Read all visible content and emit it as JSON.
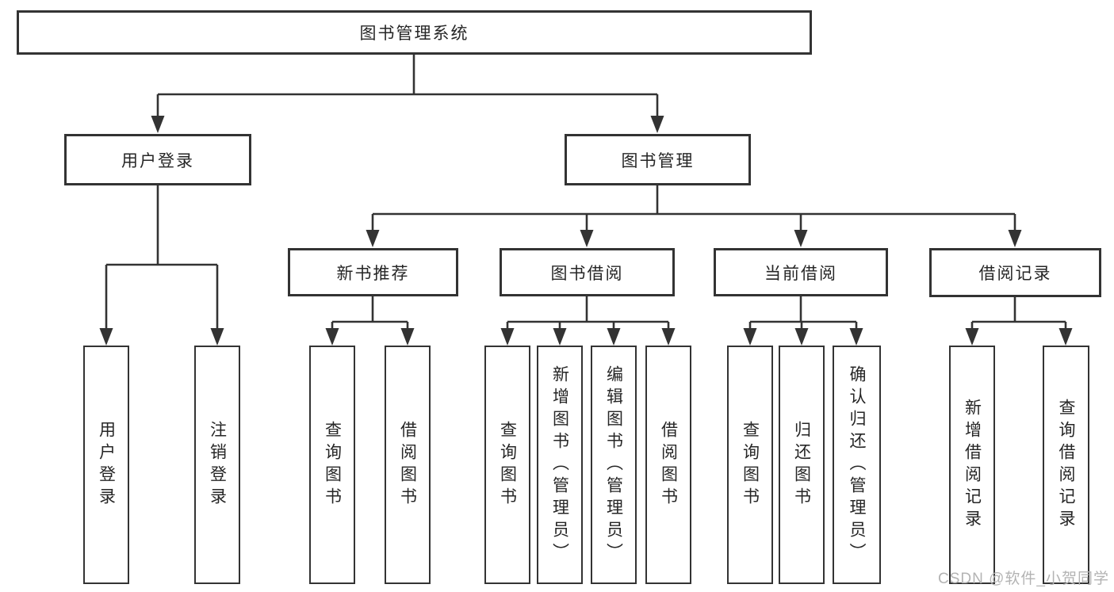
{
  "diagram": {
    "root": {
      "label": "图书管理系统"
    },
    "branches": [
      {
        "label": "用户登录",
        "children": [
          {
            "label": "用户登录"
          },
          {
            "label": "注销登录"
          }
        ]
      },
      {
        "label": "图书管理",
        "groups": [
          {
            "label": "新书推荐",
            "children": [
              {
                "label": "查询图书"
              },
              {
                "label": "借阅图书"
              }
            ]
          },
          {
            "label": "图书借阅",
            "children": [
              {
                "label": "查询图书"
              },
              {
                "label": "新增图书（管理员）"
              },
              {
                "label": "编辑图书（管理员）"
              },
              {
                "label": "借阅图书"
              }
            ]
          },
          {
            "label": "当前借阅",
            "children": [
              {
                "label": "查询图书"
              },
              {
                "label": "归还图书"
              },
              {
                "label": "确认归还（管理员）"
              }
            ]
          },
          {
            "label": "借阅记录",
            "children": [
              {
                "label": "新增借阅记录"
              },
              {
                "label": "查询借阅记录"
              }
            ]
          }
        ]
      }
    ]
  },
  "watermark": {
    "text": "CSDN @软件_小贺同学"
  },
  "colors": {
    "line": "#333333",
    "box_border": "#333333",
    "text": "#262626",
    "watermark": "#b3b3b3",
    "background": "#ffffff"
  }
}
